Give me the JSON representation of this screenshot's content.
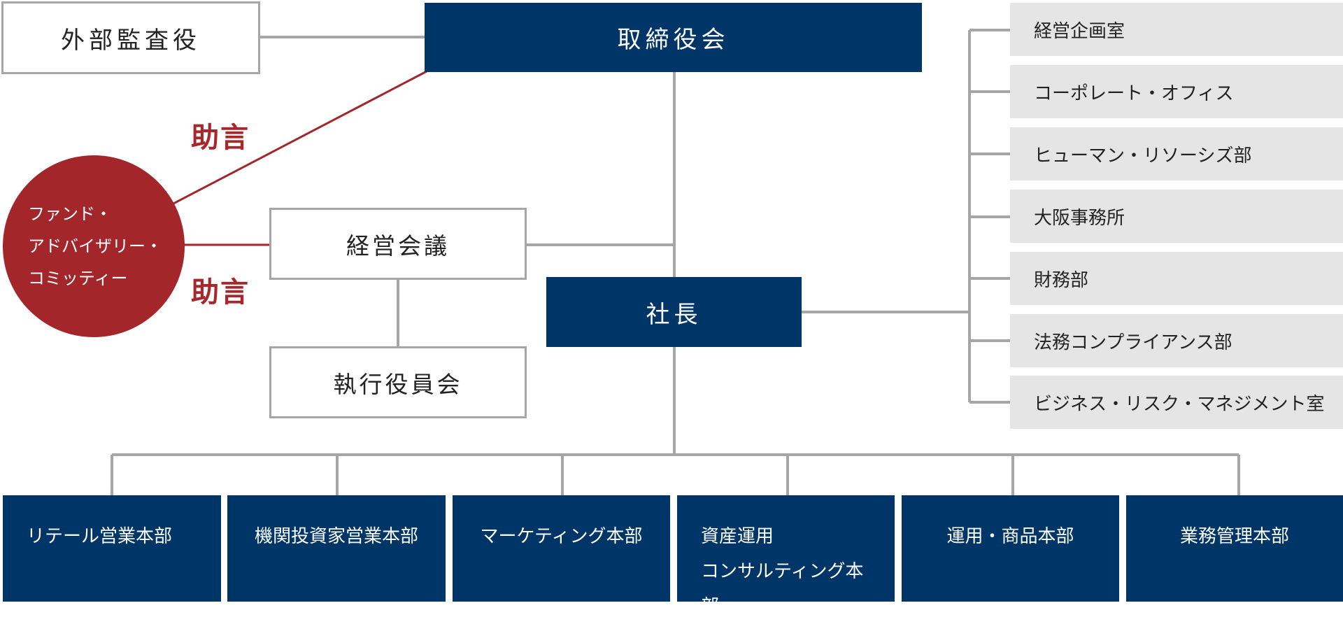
{
  "external_auditor": "外部監査役",
  "board": "取締役会",
  "advice_top": "助言",
  "advice_bottom": "助言",
  "committee_lines": [
    "ファンド・",
    "アドバイザリー・",
    "コミッティー"
  ],
  "management_meeting": "経営会議",
  "executive_committee": "執行役員会",
  "president": "社長",
  "staff_departments": [
    "経営企画室",
    "コーポレート・オフィス",
    "ヒューマン・リソーシズ部",
    "大阪事務所",
    "財務部",
    "法務コンプライアンス部",
    "ビジネス・リスク・マネジメント室"
  ],
  "divisions": [
    {
      "line1": "リテール営業本部",
      "line2": ""
    },
    {
      "line1": "機関投資家営業本部",
      "line2": ""
    },
    {
      "line1": "マーケティング本部",
      "line2": ""
    },
    {
      "line1": "資産運用",
      "line2": "コンサルティング本部"
    },
    {
      "line1": "運用・商品本部",
      "line2": ""
    },
    {
      "line1": "業務管理本部",
      "line2": ""
    }
  ],
  "colors": {
    "navy": "#003567",
    "advisory_red": "#a3262b",
    "connector_gray": "#a6a6a6",
    "staff_box_gray": "#e5e5e5"
  }
}
